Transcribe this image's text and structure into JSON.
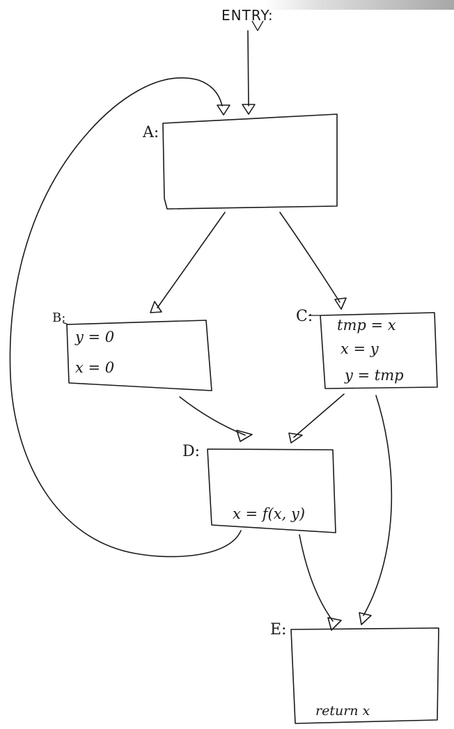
{
  "entry": "ENTRY:",
  "blocks": {
    "A": {
      "label": "A:",
      "lines": []
    },
    "B": {
      "label": "B:",
      "lines": [
        "y = 0",
        "x = 0"
      ]
    },
    "C": {
      "label": "C:",
      "lines": [
        "tmp = x",
        "x = y",
        "y = tmp"
      ]
    },
    "D": {
      "label": "D:",
      "lines": [
        "x = f(x, y)"
      ]
    },
    "E": {
      "label": "E:",
      "lines": [
        "return x"
      ]
    }
  },
  "edges": [
    {
      "from": "ENTRY",
      "to": "A"
    },
    {
      "from": "A",
      "to": "B"
    },
    {
      "from": "A",
      "to": "C"
    },
    {
      "from": "B",
      "to": "D"
    },
    {
      "from": "C",
      "to": "D"
    },
    {
      "from": "C",
      "to": "E"
    },
    {
      "from": "D",
      "to": "E"
    },
    {
      "from": "D",
      "to": "A"
    }
  ]
}
